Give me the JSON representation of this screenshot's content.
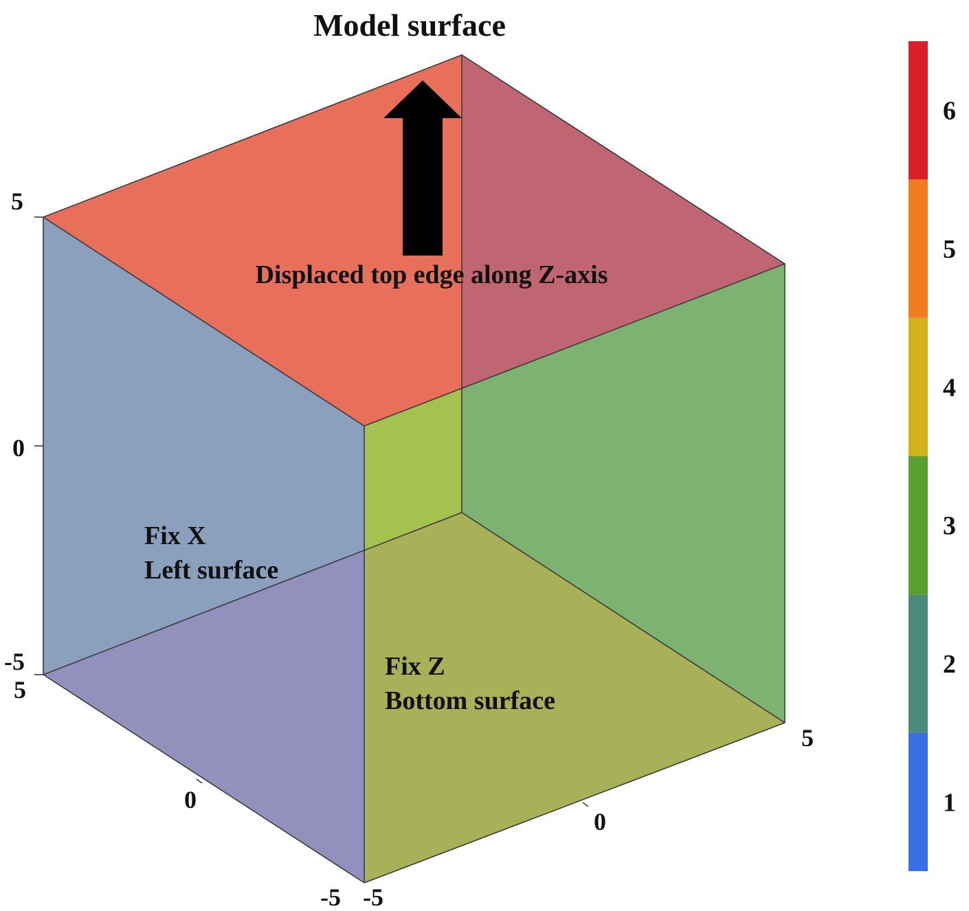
{
  "title": "Model surface",
  "annotations": {
    "top": "Displaced top edge along Z-axis",
    "left_line1": "Fix X",
    "left_line2": "Left surface",
    "bottom_line1": "Fix Z",
    "bottom_line2": "Bottom surface"
  },
  "axis_ticks": {
    "vertical": [
      "5",
      "0",
      "-5"
    ],
    "left_depth": [
      "5",
      "0",
      "-5"
    ],
    "right_depth": [
      "-5",
      "0",
      "5"
    ]
  },
  "colorbar": {
    "ticks": [
      "1",
      "2",
      "3",
      "4",
      "5",
      "6"
    ],
    "colors": [
      "#3a6ee8",
      "#4a8a78",
      "#5aa030",
      "#d2b41a",
      "#f07d1e",
      "#dc1e28"
    ]
  },
  "faces": {
    "top": "#e8705a",
    "top_right_back": "#c06672",
    "left": "#8aa0bc",
    "right_back": "#7eb273",
    "bottom_left": "#9290bc",
    "bottom_right": "#a8b058",
    "front_strip": "#a4c250"
  },
  "arrow_color": "#000000"
}
